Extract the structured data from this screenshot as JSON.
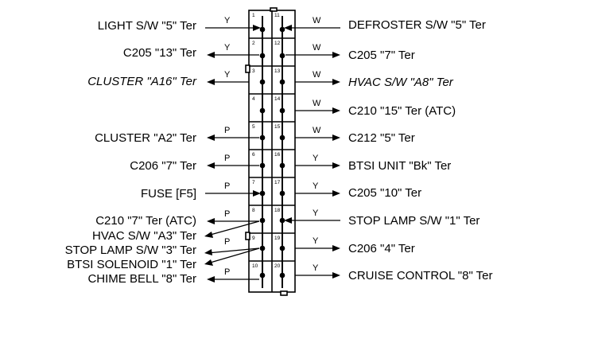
{
  "left_labels": [
    {
      "text": "LIGHT S/W \"5\" Ter",
      "wire": "Y",
      "italic": false
    },
    {
      "text": "C205 \"13\" Ter",
      "wire": "Y",
      "italic": false
    },
    {
      "text": "CLUSTER \"A16\" Ter",
      "wire": "Y",
      "italic": true
    },
    {
      "text": "CLUSTER \"A2\" Ter",
      "wire": "P",
      "italic": false
    },
    {
      "text": "C206 \"7\" Ter",
      "wire": "P",
      "italic": false
    },
    {
      "text": "FUSE [F5]",
      "wire": "P",
      "italic": false
    },
    {
      "text": "C210 \"7\" Ter (ATC)",
      "wire": "P",
      "italic": false
    },
    {
      "text": "HVAC S/W \"A3\" Ter",
      "wire": "",
      "italic": false
    },
    {
      "text": "STOP LAMP S/W \"3\" Ter",
      "wire": "P",
      "italic": false
    },
    {
      "text": "BTSI SOLENOID \"1\" Ter",
      "wire": "",
      "italic": false
    },
    {
      "text": "CHIME BELL \"8\" Ter",
      "wire": "P",
      "italic": false
    }
  ],
  "right_labels": [
    {
      "text": "DEFROSTER S/W \"5\" Ter",
      "wire": "W",
      "italic": false
    },
    {
      "text": "C205 \"7\" Ter",
      "wire": "W",
      "italic": false
    },
    {
      "text": "HVAC S/W \"A8\" Ter",
      "wire": "W",
      "italic": true
    },
    {
      "text": "C210 \"15\" Ter (ATC)",
      "wire": "W",
      "italic": false
    },
    {
      "text": "C212 \"5\" Ter",
      "wire": "W",
      "italic": false
    },
    {
      "text": "BTSI UNIT \"Bk\" Ter",
      "wire": "Y",
      "italic": false
    },
    {
      "text": "C205 \"10\" Ter",
      "wire": "Y",
      "italic": false
    },
    {
      "text": "STOP LAMP S/W \"1\" Ter",
      "wire": "Y",
      "italic": false
    },
    {
      "text": "C206 \"4\" Ter",
      "wire": "Y",
      "italic": false
    },
    {
      "text": "CRUISE CONTROL \"8\" Ter",
      "wire": "Y",
      "italic": false
    }
  ],
  "pins_left": [
    "1",
    "2",
    "3",
    "4",
    "5",
    "6",
    "7",
    "8",
    "9",
    "10"
  ],
  "pins_right": [
    "11",
    "12",
    "13",
    "14",
    "15",
    "16",
    "17",
    "18",
    "19",
    "20"
  ]
}
